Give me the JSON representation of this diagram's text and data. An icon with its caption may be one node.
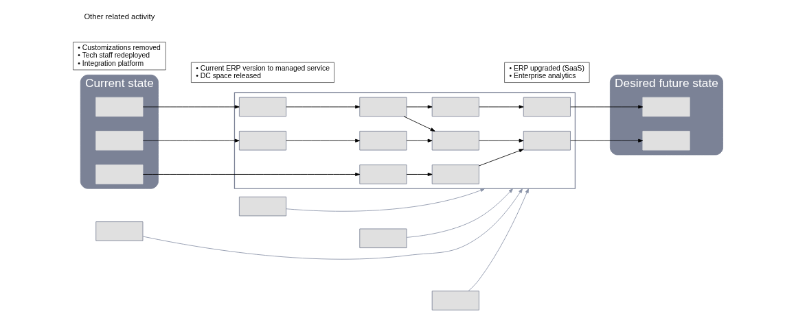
{
  "diagram": {
    "nodes": [
      {
        "text": [
          "Current state"
        ]
      },
      {
        "text": [],
        "shape": "box",
        "in": 0
      },
      {
        "text": [],
        "shape": "box",
        "in": 0
      },
      {
        "text": [],
        "shape": "box",
        "in": 0
      },
      {
        "text": [
          "• Current ERP version to managed service",
          "• DC space released"
        ]
      },
      {
        "text": [
          "• Customizations removed",
          "• Tech staff redeployed",
          "• Integration platform"
        ]
      },
      {
        "text": [
          "• ERP upgraded (SaaS)",
          "• Enterprise analytics"
        ]
      },
      {
        "text": [],
        "shape": "box"
      },
      {
        "text": [],
        "shape": "box",
        "in": 7
      },
      {
        "text": [],
        "shape": "box",
        "in": 7
      },
      {
        "text": [],
        "shape": "box",
        "in": 7
      },
      {
        "text": [],
        "shape": "box",
        "in": 7
      },
      {
        "text": [],
        "shape": "box",
        "in": 7
      },
      {
        "text": [],
        "shape": "box",
        "in": 7
      },
      {
        "text": [],
        "shape": "box",
        "in": 7
      },
      {
        "text": [],
        "shape": "box",
        "in": 7
      },
      {
        "text": [],
        "shape": "box",
        "in": 7
      },
      {
        "text": [],
        "shape": "box",
        "in": 7
      },
      {
        "text": [
          "Desired future state"
        ]
      },
      {
        "text": [],
        "shape": "box",
        "in": 18
      },
      {
        "text": [],
        "shape": "box",
        "in": 18
      },
      {
        "text": [],
        "shape": "box"
      },
      {
        "text": [],
        "shape": "box"
      },
      {
        "text": [],
        "shape": "box"
      },
      {
        "text": [],
        "shape": "box"
      }
    ],
    "edges": [
      {
        "from": 1,
        "to": 8,
        "arrow": "to"
      },
      {
        "from": 8,
        "to": 9,
        "arrow": "to"
      },
      {
        "from": 9,
        "to": 10,
        "arrow": "to"
      },
      {
        "from": 10,
        "to": 11,
        "arrow": "to"
      },
      {
        "from": 11,
        "to": 19,
        "arrow": "to"
      },
      {
        "from": 9,
        "to": 14,
        "arrow": "to"
      },
      {
        "from": 2,
        "to": 12,
        "arrow": "to"
      },
      {
        "from": 12,
        "to": 13,
        "arrow": "to"
      },
      {
        "from": 13,
        "to": 14,
        "arrow": "to"
      },
      {
        "from": 14,
        "to": 17,
        "arrow": "to"
      },
      {
        "from": 3,
        "to": 15,
        "arrow": "to"
      },
      {
        "from": 15,
        "to": 16,
        "arrow": "to"
      },
      {
        "from": 16,
        "to": 17,
        "arrow": "to"
      },
      {
        "from": 17,
        "to": 20,
        "arrow": "to"
      },
      {
        "from": 21,
        "to": 7,
        "arrow": "to",
        "color": "#8a93a8"
      },
      {
        "from": 22,
        "to": 7,
        "arrow": "to",
        "color": "#8a93a8"
      },
      {
        "from": 23,
        "to": 7,
        "arrow": "to",
        "color": "#8a93a8"
      },
      {
        "from": 24,
        "to": 7,
        "arrow": "to",
        "color": "#8a93a8"
      }
    ],
    "labels": [
      "Other related activity"
    ]
  }
}
